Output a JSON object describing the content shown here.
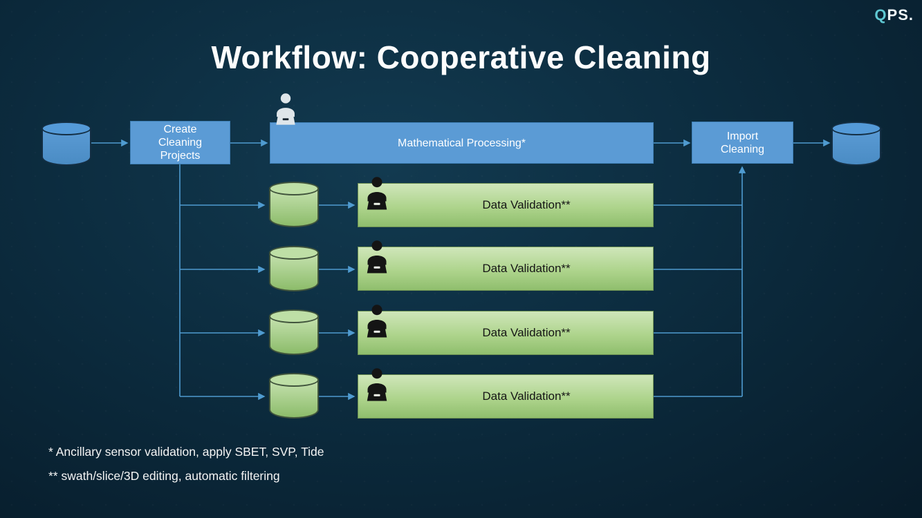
{
  "logo": {
    "q": "Q",
    "rest": "PS."
  },
  "title": "Workflow: Cooperative Cleaning",
  "flow": {
    "create_label": "Create Cleaning Projects",
    "math_label": "Mathematical Processing*",
    "import_label": "Import Cleaning"
  },
  "validation_rows": [
    {
      "label": "Data Validation**"
    },
    {
      "label": "Data Validation**"
    },
    {
      "label": "Data Validation**"
    },
    {
      "label": "Data Validation**"
    }
  ],
  "footnotes": {
    "first": "* Ancillary sensor validation, apply SBET, SVP, Tide",
    "second": "** swath/slice/3D editing, automatic filtering"
  },
  "colors": {
    "background": "#0c2c3f",
    "accent_blue": "#5b9bd5",
    "accent_green": "#a9d18e",
    "connector": "#4f9bd0"
  }
}
